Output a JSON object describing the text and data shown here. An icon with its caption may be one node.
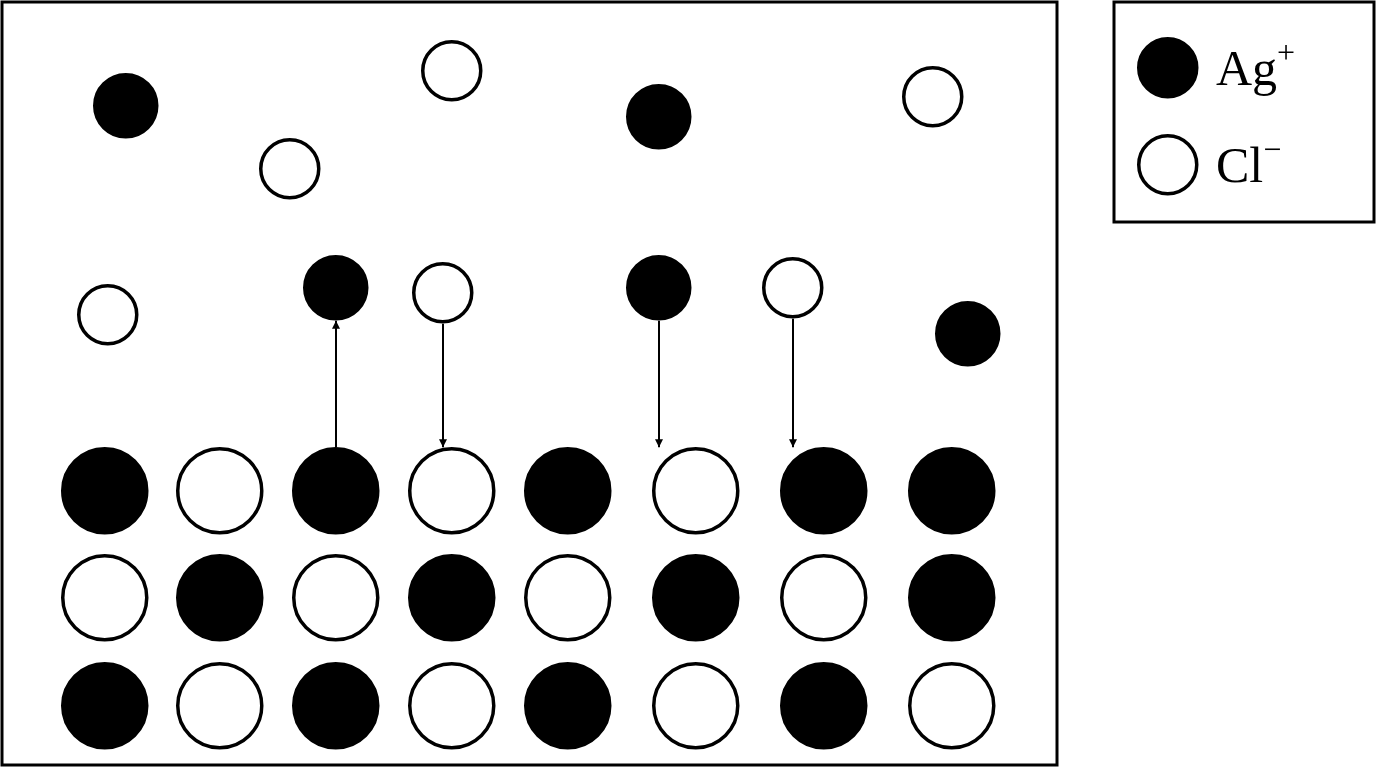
{
  "diagram": {
    "nodes": [
      {
        "text": [],
        "shape": "disc"
      },
      {
        "text": [],
        "shape": "circle"
      },
      {
        "text": [],
        "shape": "circle"
      },
      {
        "text": [],
        "shape": "disc"
      },
      {
        "text": [],
        "shape": "circle"
      },
      {
        "text": [],
        "shape": "circle"
      },
      {
        "text": [],
        "shape": "disc"
      },
      {
        "text": [],
        "shape": "circle"
      },
      {
        "text": [],
        "shape": "disc"
      },
      {
        "text": [],
        "shape": "circle"
      },
      {
        "text": [],
        "shape": "disc"
      },
      {
        "text": [],
        "shape": "disc"
      },
      {
        "text": [],
        "shape": "circle"
      },
      {
        "text": [],
        "shape": "disc"
      },
      {
        "text": [],
        "shape": "circle"
      },
      {
        "text": [],
        "shape": "disc"
      },
      {
        "text": [],
        "shape": "circle"
      },
      {
        "text": [],
        "shape": "disc"
      },
      {
        "text": [],
        "shape": "disc"
      },
      {
        "text": [],
        "shape": "circle"
      },
      {
        "text": [],
        "shape": "disc"
      },
      {
        "text": [],
        "shape": "circle"
      },
      {
        "text": [],
        "shape": "disc"
      },
      {
        "text": [],
        "shape": "circle"
      },
      {
        "text": [],
        "shape": "disc"
      },
      {
        "text": [],
        "shape": "circle"
      },
      {
        "text": [],
        "shape": "disc"
      },
      {
        "text": [],
        "shape": "disc"
      },
      {
        "text": [],
        "shape": "circle"
      },
      {
        "text": [],
        "shape": "disc"
      },
      {
        "text": [],
        "shape": "circle"
      },
      {
        "text": [],
        "shape": "disc"
      },
      {
        "text": [],
        "shape": "circle"
      },
      {
        "text": [],
        "shape": "disc"
      },
      {
        "text": [],
        "shape": "circle"
      }
    ],
    "edges": [
      {
        "from": 13,
        "to": 6,
        "arrow": "to"
      },
      {
        "from": 7,
        "to": 14,
        "arrow": "to"
      },
      {
        "from": 8,
        "to": 16,
        "arrow": "to"
      },
      {
        "from": 9,
        "to": 17,
        "arrow": "to"
      }
    ],
    "legend": [
      {
        "text": "Ag$^{+}$"
      },
      {
        "text": "Cl$^{−}$"
      }
    ]
  }
}
